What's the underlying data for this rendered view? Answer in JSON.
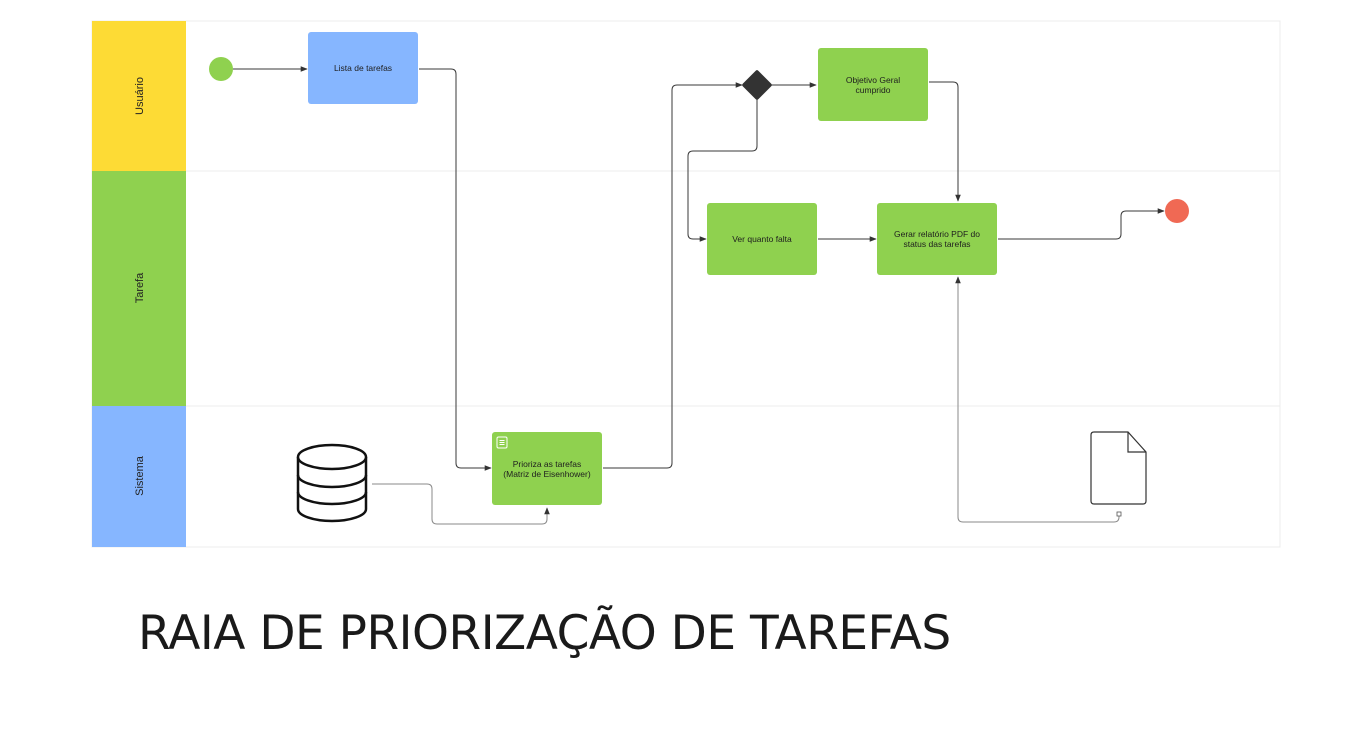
{
  "title": "RAIA DE PRIORIZAÇÃO DE TAREFAS",
  "colors": {
    "lane_user": "#fddb35",
    "lane_task": "#8fd14f",
    "lane_system": "#86b6ff",
    "task_green": "#8fd14f",
    "task_blue": "#86b6ff",
    "start_event": "#8fd14f",
    "end_event": "#f06954",
    "gateway": "#333333"
  },
  "lanes": [
    {
      "id": "usuario",
      "label": "Usuário"
    },
    {
      "id": "tarefa",
      "label": "Tarefa"
    },
    {
      "id": "sistema",
      "label": "Sistema"
    }
  ],
  "nodes": {
    "start": {
      "type": "start-event"
    },
    "lista": {
      "type": "task",
      "lines": [
        "Lista de tarefas"
      ]
    },
    "gateway": {
      "type": "exclusive-gateway"
    },
    "objetivo": {
      "type": "task",
      "lines": [
        "Objetivo Geral",
        "cumprido"
      ]
    },
    "ver": {
      "type": "task",
      "lines": [
        "Ver quanto falta"
      ]
    },
    "gerar": {
      "type": "task",
      "lines": [
        "Gerar relatório PDF do",
        "status das tarefas"
      ]
    },
    "end": {
      "type": "end-event"
    },
    "prioriza": {
      "type": "task",
      "icon": "document-icon",
      "lines": [
        "Prioriza as tarefas",
        "(Matriz de Eisenhower)"
      ]
    },
    "database": {
      "type": "data-store",
      "icon": "database-icon"
    },
    "pdf_file": {
      "type": "data-object",
      "icon": "file-icon"
    }
  }
}
